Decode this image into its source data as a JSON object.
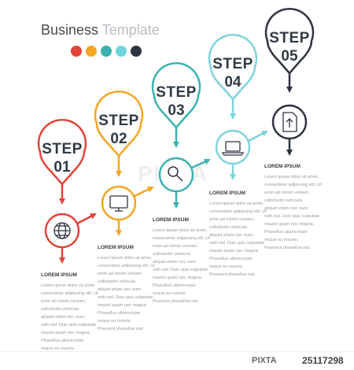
{
  "title": {
    "word1": "Business",
    "word2": "Template"
  },
  "palette": [
    "#e0453a",
    "#f5a623",
    "#3bb3b0",
    "#6fd3dd",
    "#2d3340"
  ],
  "steps": [
    {
      "word": "STEP",
      "number": "01",
      "color": "#e0453a",
      "icon": "globe-icon"
    },
    {
      "word": "STEP",
      "number": "02",
      "color": "#f5a623",
      "icon": "monitor-icon"
    },
    {
      "word": "STEP",
      "number": "03",
      "color": "#3bb3b0",
      "icon": "magnifier-icon"
    },
    {
      "word": "STEP",
      "number": "04",
      "color": "#7fd3dc",
      "icon": "laptop-icon"
    },
    {
      "word": "STEP",
      "number": "05",
      "color": "#2d3340",
      "icon": "document-upload-icon"
    }
  ],
  "text_blocks": [
    {
      "heading": "LOREM IPSUM",
      "body": "Lorem ipsum dolor sit amet,\nconsectetur adipiscing elit. Ut\nenim ad minim veniam,\nsollicitudin vehicula\naliquet etiam nec nunc\nvelit nisl. Duis quis vulputate\nmauris quam nec magna.\nPhasellus ullamcorper\nneque eu mauris.\nPraesent phasellus nisi."
    },
    {
      "heading": "LOREM IPSUM",
      "body": "Lorem ipsum dolor sit amet,\nconsectetur adipiscing elit. Ut\nenim ad minim veniam,\nsollicitudin vehicula\naliquet etiam nec nunc\nvelit nisl. Duis quis vulputate\nmauris quam nec magna.\nPhasellus ullamcorper\nneque eu mauris.\nPraesent phasellus nisi."
    },
    {
      "heading": "LOREM IPSUM",
      "body": "Lorem ipsum dolor sit amet,\nconsectetur adipiscing elit. Ut\nenim ad minim veniam,\nsollicitudin vehicula\naliquet etiam nec nunc\nvelit nisl. Duis quis vulputate\nmauris quam nec magna.\nPhasellus ullamcorper\nneque eu mauris.\nPraesent phasellus nisi."
    },
    {
      "heading": "LOREM IPSUM",
      "body": "Lorem ipsum dolor sit amet,\nconsectetur adipiscing elit. Ut\nenim ad minim veniam,\nsollicitudin vehicula\naliquet etiam nec nunc\nvelit nisl. Duis quis vulputate\nmauris quam nec magna.\nPhasellus ullamcorper\nneque eu mauris.\nPraesent phasellus nisi."
    },
    {
      "heading": "LOREM IPSUM",
      "body": "Lorem ipsum dolor sit amet,\nconsectetur adipiscing elit. Ut\nenim ad minim veniam,\nsollicitudin vehicula\naliquet etiam nec nunc\nvelit nisl. Duis quis vulputate\nmauris quam nec magna.\nPhasellus ullamcorper\nneque eu mauris.\nPraesent phasellus nisi."
    }
  ],
  "watermark": "PIXTA",
  "footer": {
    "brand": "PIXTA",
    "image_id": "25117298"
  }
}
